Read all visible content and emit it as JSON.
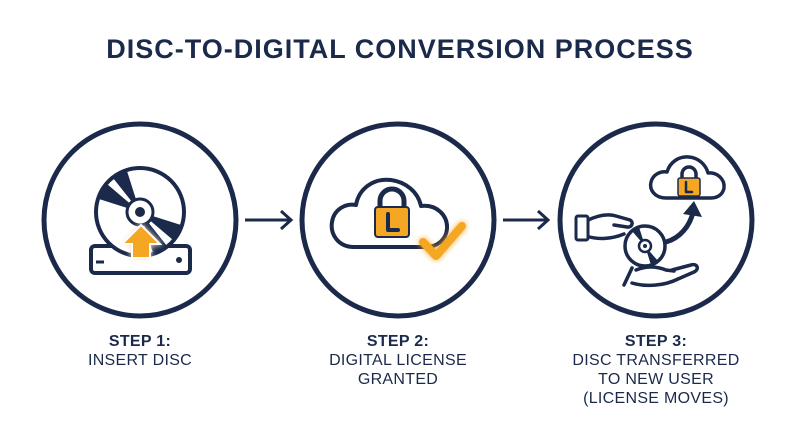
{
  "title": "DISC-TO-DIGITAL CONVERSION PROCESS",
  "colors": {
    "navy": "#1b2a4a",
    "orange": "#f5a623",
    "white": "#ffffff"
  },
  "steps": [
    {
      "label": "STEP 1:",
      "description": "INSERT DISC",
      "icon": "disc-drive-insert-icon"
    },
    {
      "label": "STEP 2:",
      "description": "DIGITAL LICENSE\nGRANTED",
      "icon": "cloud-license-check-icon"
    },
    {
      "label": "STEP 3:",
      "description": "DISC TRANSFERRED\nTO NEW USER\n(LICENSE MOVES)",
      "icon": "disc-handoff-cloud-icon"
    }
  ],
  "connectors": [
    "arrow-right-icon",
    "arrow-right-icon"
  ]
}
